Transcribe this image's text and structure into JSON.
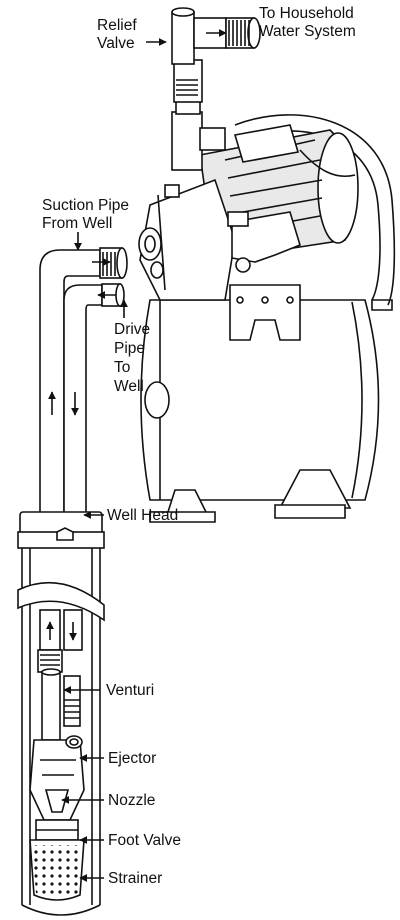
{
  "labels": {
    "relief_valve_1": "Relief",
    "relief_valve_2": "Valve",
    "household_1": "To Household",
    "household_2": "Water System",
    "suction_1": "Suction Pipe",
    "suction_2": "From Well",
    "drive_1": "Drive",
    "drive_2": "Pipe",
    "drive_3": "To",
    "drive_4": "Well",
    "well_head": "Well Head",
    "venturi": "Venturi",
    "ejector": "Ejector",
    "nozzle": "Nozzle",
    "foot_valve": "Foot Valve",
    "strainer": "Strainer"
  },
  "colors": {
    "ink": "#111111",
    "paper": "#ffffff"
  }
}
